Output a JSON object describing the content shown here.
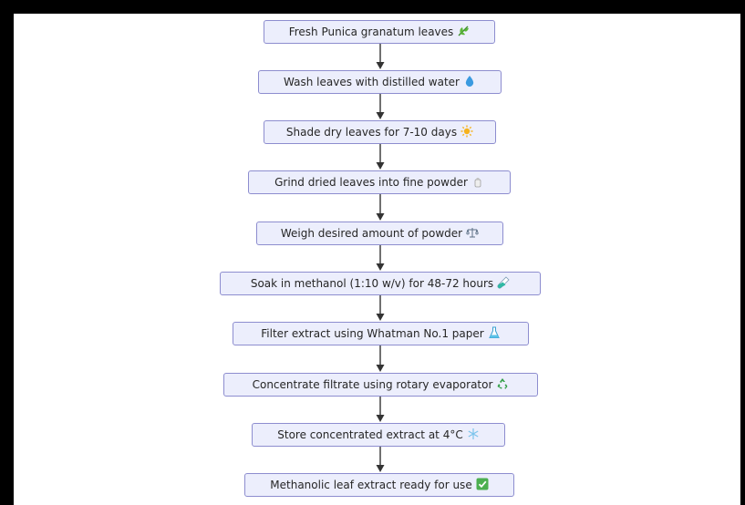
{
  "flow": {
    "steps": [
      {
        "label": "Fresh Punica granatum leaves",
        "icon": "herb-icon"
      },
      {
        "label": "Wash leaves with distilled water",
        "icon": "droplet-icon"
      },
      {
        "label": "Shade dry leaves for 7-10 days",
        "icon": "sun-icon"
      },
      {
        "label": "Grind dried leaves into fine powder",
        "icon": "salt-shaker-icon"
      },
      {
        "label": "Weigh desired amount of powder",
        "icon": "balance-scale-icon"
      },
      {
        "label": "Soak in methanol (1:10 w/v) for 48-72 hours",
        "icon": "test-tube-icon"
      },
      {
        "label": "Filter extract using Whatman No.1 paper",
        "icon": "flask-icon"
      },
      {
        "label": "Concentrate filtrate using rotary evaporator",
        "icon": "recycle-icon"
      },
      {
        "label": "Store concentrated extract at 4°C",
        "icon": "snowflake-icon"
      },
      {
        "label": "Methanolic leaf extract ready for use",
        "icon": "check-mark-icon"
      }
    ]
  }
}
